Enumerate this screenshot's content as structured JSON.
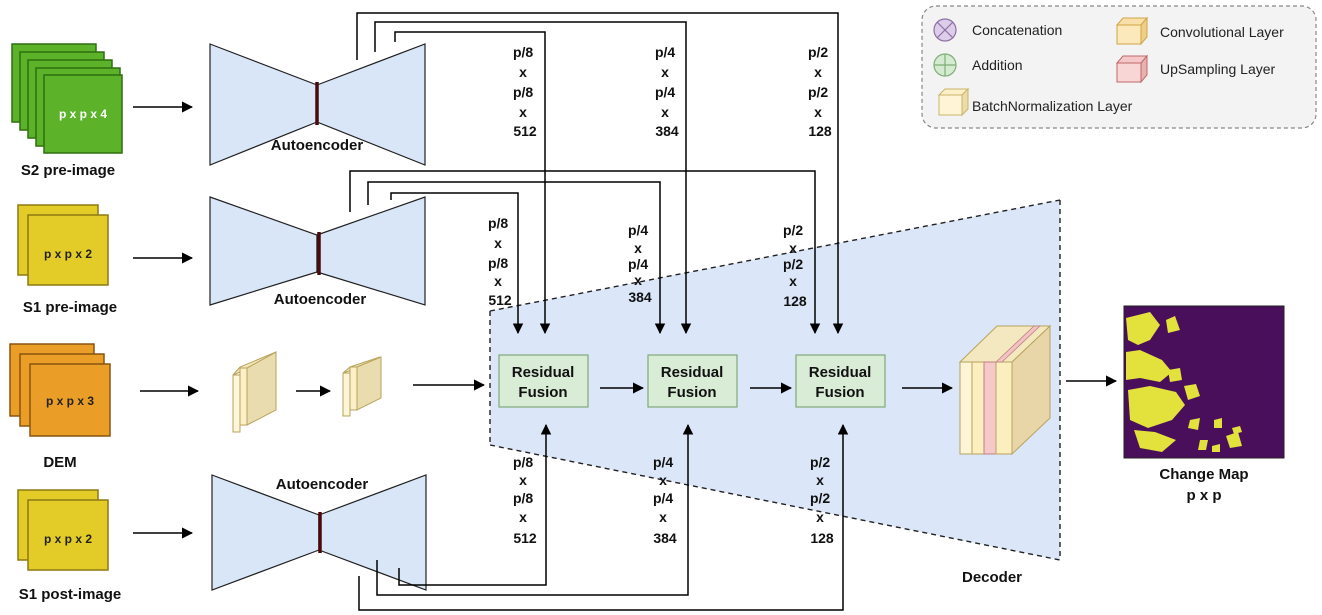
{
  "inputs": {
    "s2": {
      "stack": "p x p x 4",
      "label": "S2 pre-image"
    },
    "s1_pre": {
      "stack": "p x p x 2",
      "label": "S1 pre-image"
    },
    "dem": {
      "stack": "p x p x 3",
      "label": "DEM"
    },
    "s1_post": {
      "stack": "p x p x 2",
      "label": "S1 post-image"
    }
  },
  "autoencoder_label": "Autoencoder",
  "dims": {
    "d8": [
      "p/8",
      "x",
      "p/8",
      "x",
      "512"
    ],
    "d4": [
      "p/4",
      "x",
      "p/4",
      "x",
      "384"
    ],
    "d2": [
      "p/2",
      "x",
      "p/2",
      "x",
      "128"
    ]
  },
  "fusion": {
    "line1": "Residual",
    "line2": "Fusion"
  },
  "decoder_label": "Decoder",
  "output": {
    "label": "Change Map",
    "size": "p x p"
  },
  "legend": {
    "concatenation": "Concatenation",
    "addition": "Addition",
    "batchnorm": "BatchNormalization Layer",
    "conv": "Convolutional Layer",
    "upsampling": "UpSampling Layer"
  },
  "colors": {
    "s2": "#5cb32a",
    "s1": "#e3cc28",
    "dem": "#ea9e28",
    "autoencoder": "#d9e6f7",
    "fusion": "#d9ecd6",
    "decoder_bg": "#dbe7f8",
    "map_bg": "#4a0f5a",
    "map_fg": "#e3e23c"
  }
}
